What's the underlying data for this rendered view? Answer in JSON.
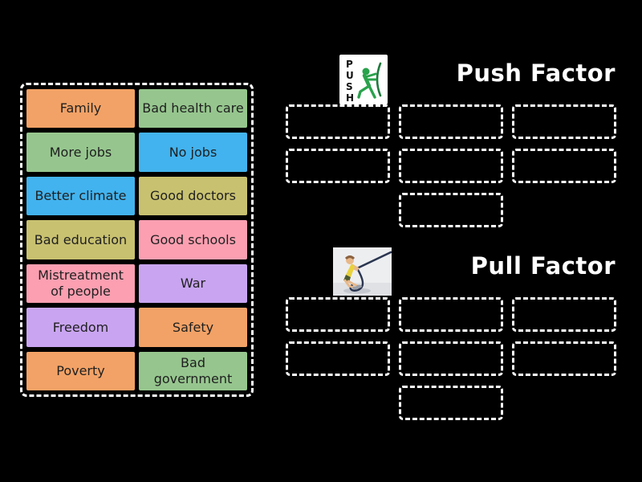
{
  "app": {
    "background": "#000000"
  },
  "palette": {
    "orange": "#f2a266",
    "green": "#96c68e",
    "blue": "#42b3ee",
    "khaki": "#c8c170",
    "pink": "#fb9fb1",
    "purple": "#c9a5f1"
  },
  "tile_text_color": "#1f1f1f",
  "dash_color": "#ffffff",
  "tiles": [
    {
      "label": "Family",
      "color": "orange"
    },
    {
      "label": "Bad health care",
      "color": "green"
    },
    {
      "label": "More jobs",
      "color": "green"
    },
    {
      "label": "No jobs",
      "color": "blue"
    },
    {
      "label": "Better climate",
      "color": "blue"
    },
    {
      "label": "Good doctors",
      "color": "khaki"
    },
    {
      "label": "Bad education",
      "color": "khaki"
    },
    {
      "label": "Good schools",
      "color": "pink"
    },
    {
      "label": "Mistreatment of people",
      "color": "pink"
    },
    {
      "label": "War",
      "color": "purple"
    },
    {
      "label": "Freedom",
      "color": "purple"
    },
    {
      "label": "Safety",
      "color": "orange"
    },
    {
      "label": "Poverty",
      "color": "orange"
    },
    {
      "label": "Bad government",
      "color": "green"
    }
  ],
  "groups": [
    {
      "title": "Push Factor",
      "icon": "push-figure-icon",
      "slot_count": 7
    },
    {
      "title": "Pull Factor",
      "icon": "tug-of-war-photo-icon",
      "slot_count": 7
    }
  ],
  "push_icon": {
    "letters": [
      "P",
      "U",
      "S",
      "H"
    ]
  }
}
